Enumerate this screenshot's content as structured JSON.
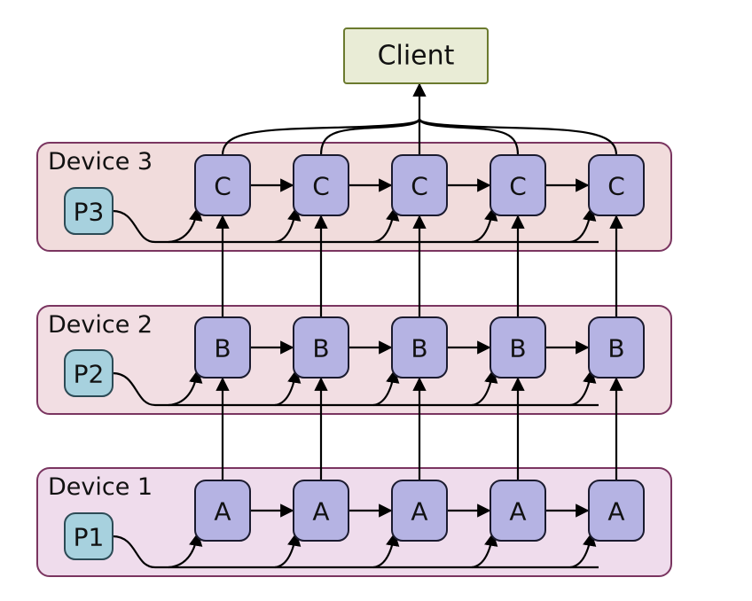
{
  "client": {
    "label": "Client",
    "fill": "#e9ecd6",
    "stroke": "#6b7a2e"
  },
  "devices": [
    {
      "label": "Device 3",
      "param": "P3",
      "node_label": "C",
      "fill": "#f1dcdc",
      "stroke": "#7a3560"
    },
    {
      "label": "Device 2",
      "param": "P2",
      "node_label": "B",
      "fill": "#f2dee3",
      "stroke": "#7a3560"
    },
    {
      "label": "Device 1",
      "param": "P1",
      "node_label": "A",
      "fill": "#efdcec",
      "stroke": "#7a3560"
    }
  ],
  "nodes_per_device": 5,
  "colors": {
    "node_fill": "#b5b3e3",
    "node_stroke": "#1a1a2e",
    "param_fill": "#a7d1de",
    "param_stroke": "#2c4a55",
    "edge": "#000000"
  }
}
